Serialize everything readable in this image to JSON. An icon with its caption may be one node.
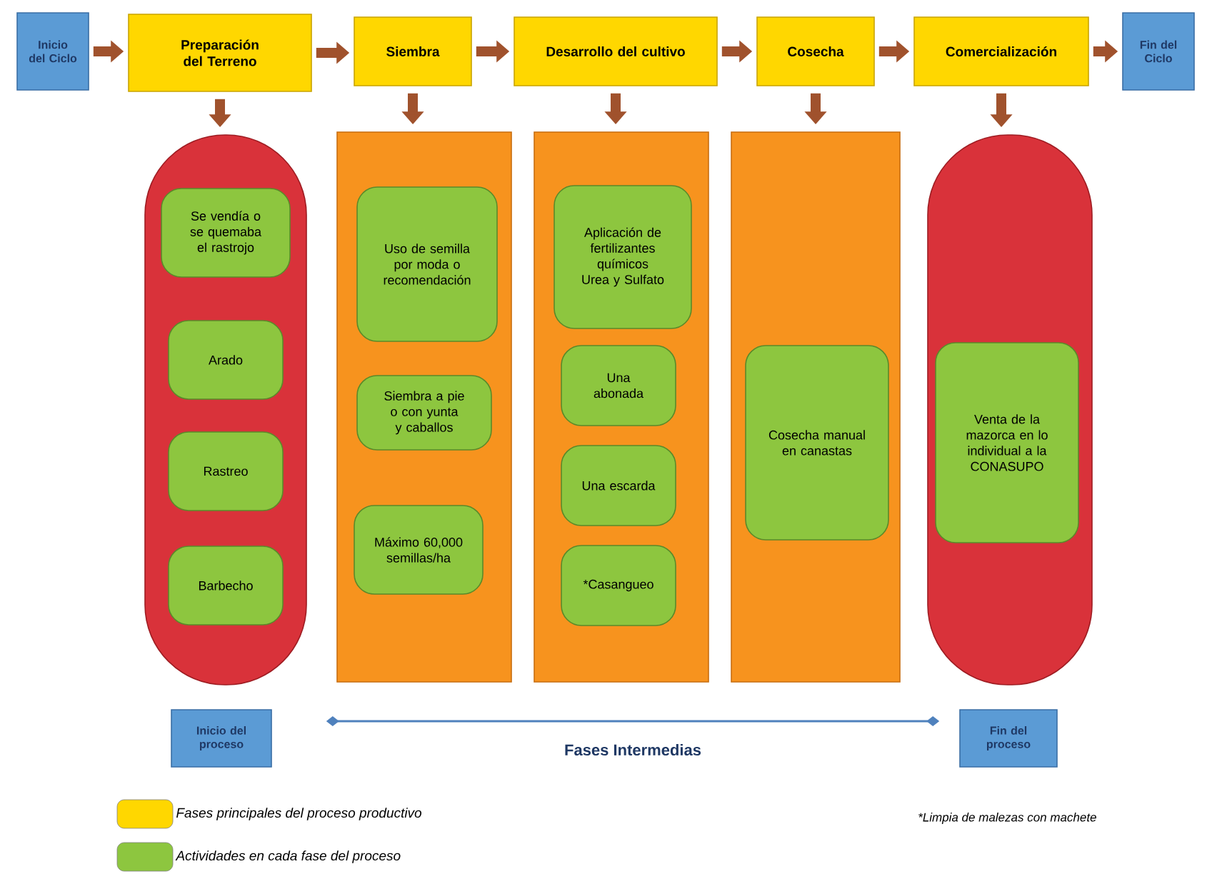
{
  "diagram": {
    "nodes": [
      {
        "text": [
          "Inicio del Ciclo"
        ]
      },
      {
        "text": [
          "Preparación del Terreno"
        ]
      },
      {
        "text": [
          "Siembra"
        ]
      },
      {
        "text": [
          "Desarrollo del cultivo"
        ]
      },
      {
        "text": [
          "Cosecha"
        ]
      },
      {
        "text": [
          "Comercialización"
        ]
      },
      {
        "text": [
          "Fin del Ciclo"
        ]
      },
      {
        "text": [],
        "shape": "capsule"
      },
      {
        "text": [
          "Se vendía o se quemaba el rastrojo"
        ],
        "in": 7
      },
      {
        "text": [
          "Arado"
        ],
        "in": 7
      },
      {
        "text": [
          "Rastreo"
        ],
        "in": 7
      },
      {
        "text": [
          "Barbecho"
        ],
        "in": 7
      },
      {
        "text": [],
        "shape": "bar"
      },
      {
        "text": [
          "Uso de semilla por moda o recomendación"
        ],
        "in": 12
      },
      {
        "text": [
          "Siembra a pie o con yunta y caballos"
        ],
        "in": 12
      },
      {
        "text": [
          "Máximo 60,000 semillas/ha"
        ],
        "in": 12
      },
      {
        "text": [],
        "shape": "bar"
      },
      {
        "text": [
          "Aplicación de fertilizantes químicos Urea y Sulfato"
        ],
        "in": 16
      },
      {
        "text": [
          "Una abonada"
        ],
        "in": 16
      },
      {
        "text": [
          "Una escarda"
        ],
        "in": 16
      },
      {
        "text": [
          "*Casangueo"
        ],
        "in": 16
      },
      {
        "text": [],
        "shape": "bar"
      },
      {
        "text": [
          "Cosecha manual en canastas"
        ],
        "in": 21
      },
      {
        "text": [],
        "shape": "capsule"
      },
      {
        "text": [
          "Venta de la mazorca en lo individual a la CONASUPO"
        ],
        "in": 23
      },
      {
        "text": [
          "Inicio del proceso"
        ]
      },
      {
        "text": [
          "Fin del proceso"
        ]
      }
    ],
    "edges": [
      {
        "from": 0,
        "to": 1,
        "arrow": "to"
      },
      {
        "from": 1,
        "to": 2,
        "arrow": "to"
      },
      {
        "from": 2,
        "to": 3,
        "arrow": "to"
      },
      {
        "from": 3,
        "to": 4,
        "arrow": "to"
      },
      {
        "from": 4,
        "to": 5,
        "arrow": "to"
      },
      {
        "from": 5,
        "to": 6,
        "arrow": "to"
      },
      {
        "from": 1,
        "to": 7,
        "arrow": "to"
      },
      {
        "from": 2,
        "to": 12,
        "arrow": "to"
      },
      {
        "from": 3,
        "to": 16,
        "arrow": "to"
      },
      {
        "from": 4,
        "to": 21,
        "arrow": "to"
      },
      {
        "from": 5,
        "to": 23,
        "arrow": "to"
      },
      {
        "from": 25,
        "to": 26,
        "arrow": "other",
        "label": "Fases Intermedias",
        "color": "#4f81bd"
      }
    ],
    "labels": [
      "*Limpia de malezas con machete"
    ],
    "legend": [
      {
        "text": "Fases principales del proceso productivo",
        "color": "#ffd700"
      },
      {
        "text": "Actividades en cada fase del proceso",
        "color": "#8dc63f"
      }
    ]
  }
}
